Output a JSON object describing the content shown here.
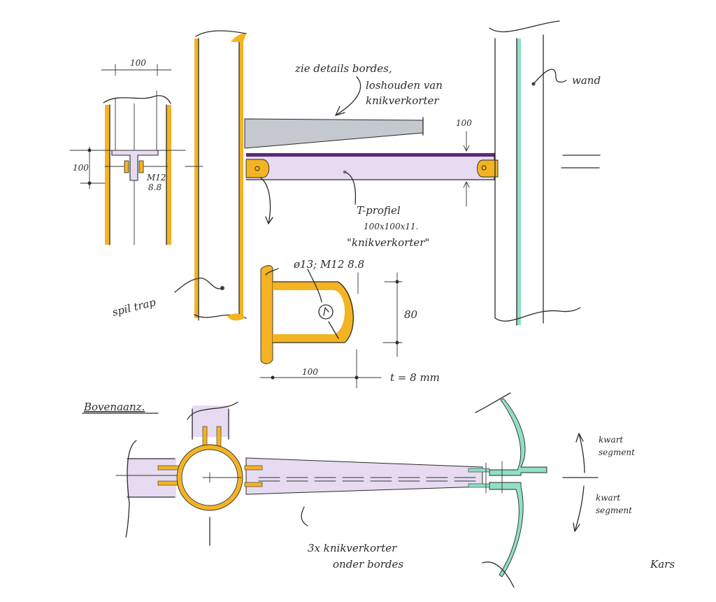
{
  "colors": {
    "steel_yellow": "#f4b323",
    "profile_purple": "#e6dbf1",
    "profile_edge": "#5a2a7a",
    "bracket_grey": "#c4c9cf",
    "wall_green": "#8fe0c4",
    "ink": "#2a2a2a"
  },
  "annotations": {
    "zie_details": "zie details bordes,",
    "loshouden": "loshouden van",
    "knikverkorter_top": "knikverkorter",
    "wand": "wand",
    "t_profiel": "T-profiel",
    "t_size": "100x100x11.",
    "knikverkorter_quote": "\"knikverkorter\"",
    "spil_trap": "spil trap",
    "bolt_spec": "ø13; M12 8.8",
    "side_bolt_m12": "M12",
    "side_bolt_grade": "8.8",
    "thickness": "t = 8 mm",
    "bovenaanzicht": "Bovenaanz.",
    "kwart_segment_up_1": "kwart",
    "kwart_segment_up_2": "segment",
    "kwart_segment_down_1": "kwart",
    "kwart_segment_down_2": "segment",
    "note_bottom_1": "3x knikverkorter",
    "note_bottom_2": "onder bordes",
    "signature": "Kars"
  },
  "dimensions": {
    "detail_width": "100",
    "detail_height": "100",
    "profile_height": "100",
    "plate_width": "100",
    "plate_height": "80"
  }
}
